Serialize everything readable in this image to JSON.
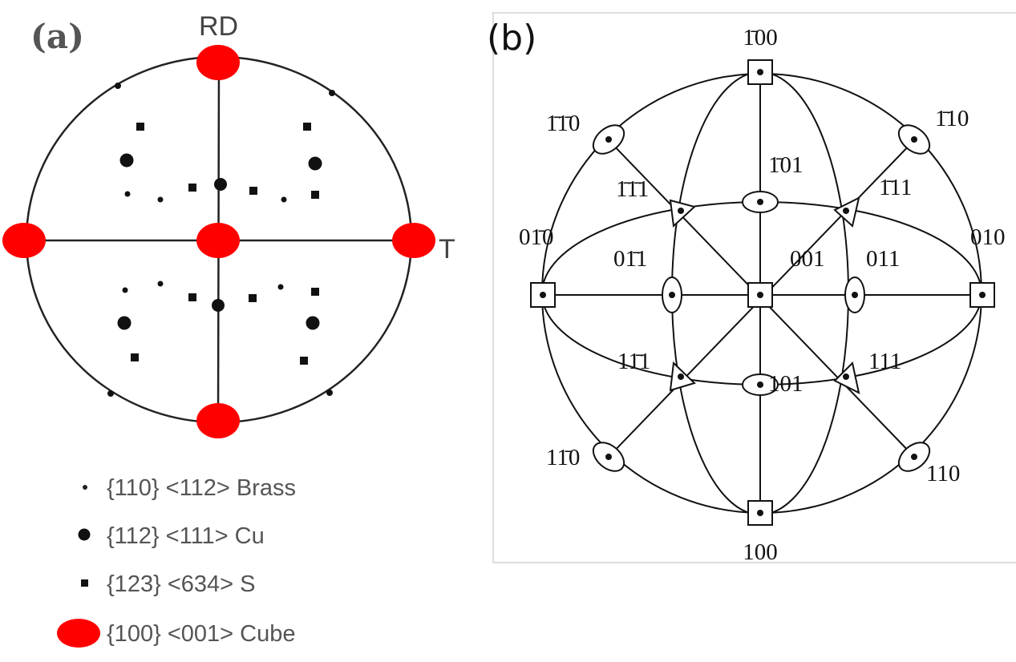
{
  "panel_a": {
    "label": "(a)",
    "axis_top": "RD",
    "axis_right": "T",
    "legend": [
      {
        "text": "{110} <112> Brass",
        "symbol": "small-dot"
      },
      {
        "text": "{112} <111> Cu",
        "symbol": "large-dot"
      },
      {
        "text": "{123} <634> S",
        "symbol": "square"
      },
      {
        "text": "{100} <001> Cube",
        "symbol": "red-ellipse"
      }
    ],
    "colors": {
      "cube": "#ff0000",
      "marks": "#111111"
    }
  },
  "panel_b": {
    "label": "(b)",
    "poles": {
      "m100": "1̄00",
      "p100": "100",
      "m1m10": "1̄1̄0",
      "m110": "1̄10",
      "p0m10": "01̄0",
      "p010": "010",
      "m101": "1̄01",
      "m1m11": "1̄1̄1",
      "m111": "1̄11",
      "p0m11": "01̄1",
      "p001": "001",
      "p011": "011",
      "p1m11": "11̄1",
      "p111": "111",
      "p101": "101",
      "p1m10": "11̄0",
      "p110": "110"
    }
  }
}
